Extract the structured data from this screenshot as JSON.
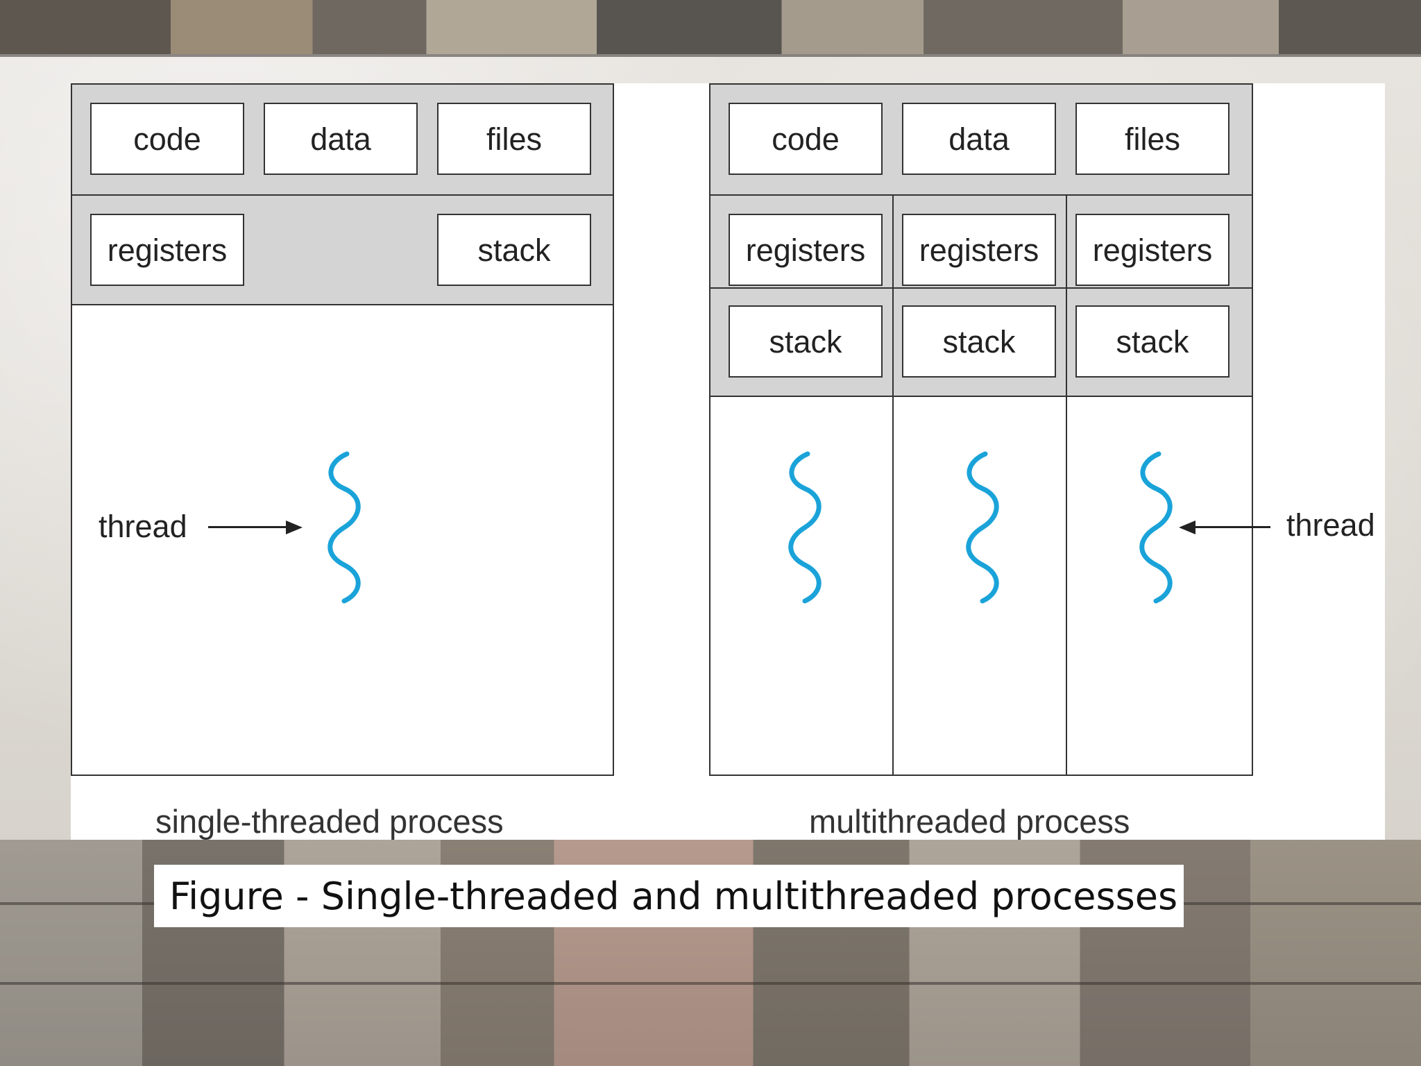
{
  "single_process": {
    "shared": [
      "code",
      "data",
      "files"
    ],
    "registers_label": "registers",
    "stack_label": "stack",
    "thread_label": "thread",
    "caption": "single-threaded process"
  },
  "multi_process": {
    "shared": [
      "code",
      "data",
      "files"
    ],
    "threads": [
      {
        "registers": "registers",
        "stack": "stack"
      },
      {
        "registers": "registers",
        "stack": "stack"
      },
      {
        "registers": "registers",
        "stack": "stack"
      }
    ],
    "thread_label": "thread",
    "caption": "multithreaded process"
  },
  "figure_caption": "Figure  - Single-threaded and multithreaded processes",
  "colors": {
    "thread_wave": "#1aa3d9",
    "box_border": "#333333",
    "section_fill": "#d4d4d4"
  },
  "icons": {
    "thread": "wavy-line"
  }
}
